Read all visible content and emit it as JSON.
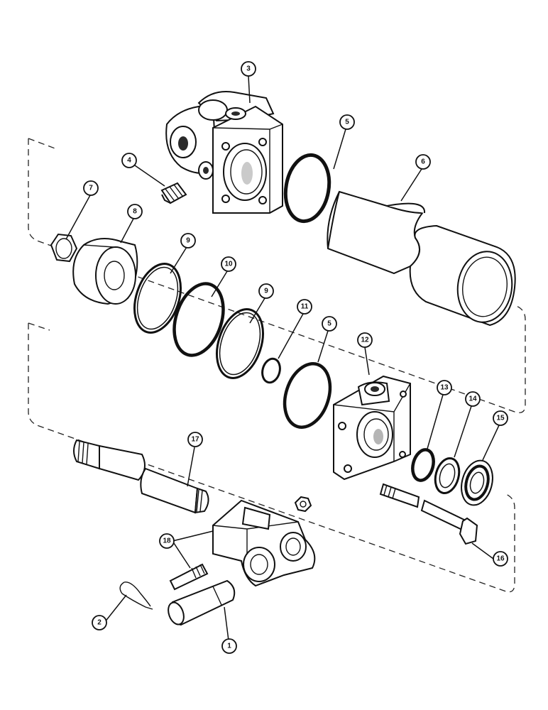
{
  "callouts": [
    {
      "id": "c3",
      "label": "3"
    },
    {
      "id": "c5a",
      "label": "5"
    },
    {
      "id": "c4",
      "label": "4"
    },
    {
      "id": "c6",
      "label": "6"
    },
    {
      "id": "c7",
      "label": "7"
    },
    {
      "id": "c8",
      "label": "8"
    },
    {
      "id": "c9a",
      "label": "9"
    },
    {
      "id": "c10",
      "label": "10"
    },
    {
      "id": "c9b",
      "label": "9"
    },
    {
      "id": "c11",
      "label": "11"
    },
    {
      "id": "c5b",
      "label": "5"
    },
    {
      "id": "c12",
      "label": "12"
    },
    {
      "id": "c13",
      "label": "13"
    },
    {
      "id": "c14",
      "label": "14"
    },
    {
      "id": "c15",
      "label": "15"
    },
    {
      "id": "c17",
      "label": "17"
    },
    {
      "id": "c18",
      "label": "18"
    },
    {
      "id": "c16",
      "label": "16"
    },
    {
      "id": "c2",
      "label": "2"
    },
    {
      "id": "c1",
      "label": "1"
    }
  ]
}
